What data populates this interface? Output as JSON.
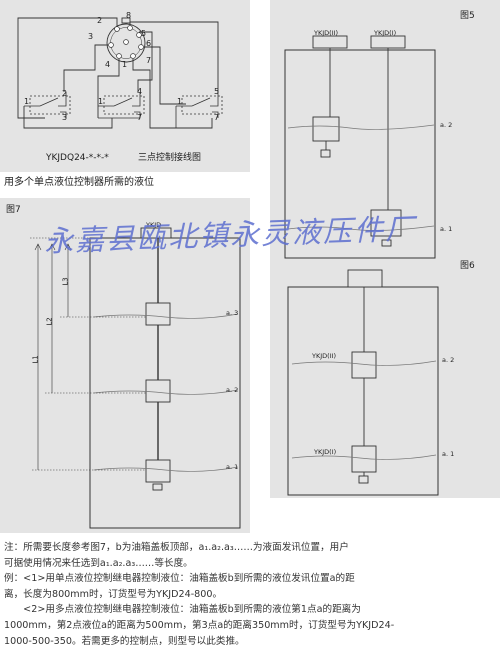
{
  "wiring": {
    "model": "YKJDQ24-*-*-*",
    "caption": "三点控制接线图",
    "pins": [
      "1",
      "2",
      "3",
      "4",
      "5",
      "6",
      "7",
      "8"
    ],
    "relays": [
      {
        "a": "1",
        "b": "2",
        "c": "3"
      },
      {
        "a": "1",
        "b": "4",
        "c": "7"
      },
      {
        "a": "1",
        "b": "5",
        "c": "7"
      }
    ]
  },
  "caption_main": "用多个单点液位控制器所需的液位",
  "fig5": {
    "label": "图5",
    "heads": [
      "YKJD(II)",
      "YKJD(I)"
    ],
    "levels": [
      "a. 2",
      "a. 1"
    ]
  },
  "fig6": {
    "label": "图6",
    "sensors": [
      "YKJD(II)",
      "YKJD(I)"
    ],
    "levels": [
      "a. 2",
      "a. 1"
    ]
  },
  "fig7": {
    "label": "图7",
    "head": "YKJD",
    "dims": [
      "L3",
      "L2",
      "L1"
    ],
    "levels": [
      "a. 3",
      "a. 2",
      "a. 1"
    ]
  },
  "watermark": "永嘉县瓯北镇永灵液压件厂",
  "notes": [
    "注：所需要长度参考图7，b为油箱盖板顶部，a₁.a₂.a₃……为液面发讯位置，用户",
    "可据使用情况来任选到a₁.a₂.a₃……等长度。",
    "例：<1>用单点液位控制继电器控制液位：油箱盖板b到所需的液位发讯位置a的距",
    "离，长度为800mm时，订货型号为YKJD24-800。",
    "　　<2>用多点液位控制继电器控制液位：油箱盖板b到所需的液位第1点a的距离为",
    "1000mm，第2点液位a的距离为500mm，第3点a的距离350mm时，订货型号为YKJD24-",
    "1000-500-350。若需更多的控制点，则型号以此类推。"
  ]
}
